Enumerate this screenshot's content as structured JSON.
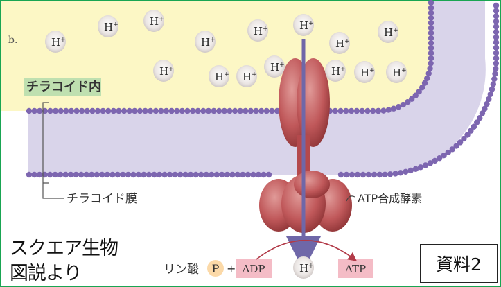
{
  "panel_label": "b.",
  "proton": {
    "symbol": "H",
    "charge": "+"
  },
  "regions": {
    "lumen_label": "チラコイド内",
    "membrane_label": "チラコイド膜",
    "enzyme_label": "ATP合成酵素"
  },
  "reaction": {
    "phosphate_label": "リン酸",
    "phosphate_symbol": "P",
    "plus": "+",
    "reactant": "ADP",
    "product": "ATP"
  },
  "source_credit": {
    "line1": "スクエア生物",
    "line2": "図説より"
  },
  "material_label": "資料2",
  "colors": {
    "frame_border": "#19a552",
    "lumen_fill": "#fcf7c5",
    "membrane_fill": "#d9d4ea",
    "lipid_head": "#7d66b0",
    "enzyme": "#c0585a",
    "proton_arrow": "#6f67a8",
    "label_box": "#bfe0b0",
    "reactant_box": "#f4bcc6",
    "phosphate_circle": "#fbd9a8"
  }
}
